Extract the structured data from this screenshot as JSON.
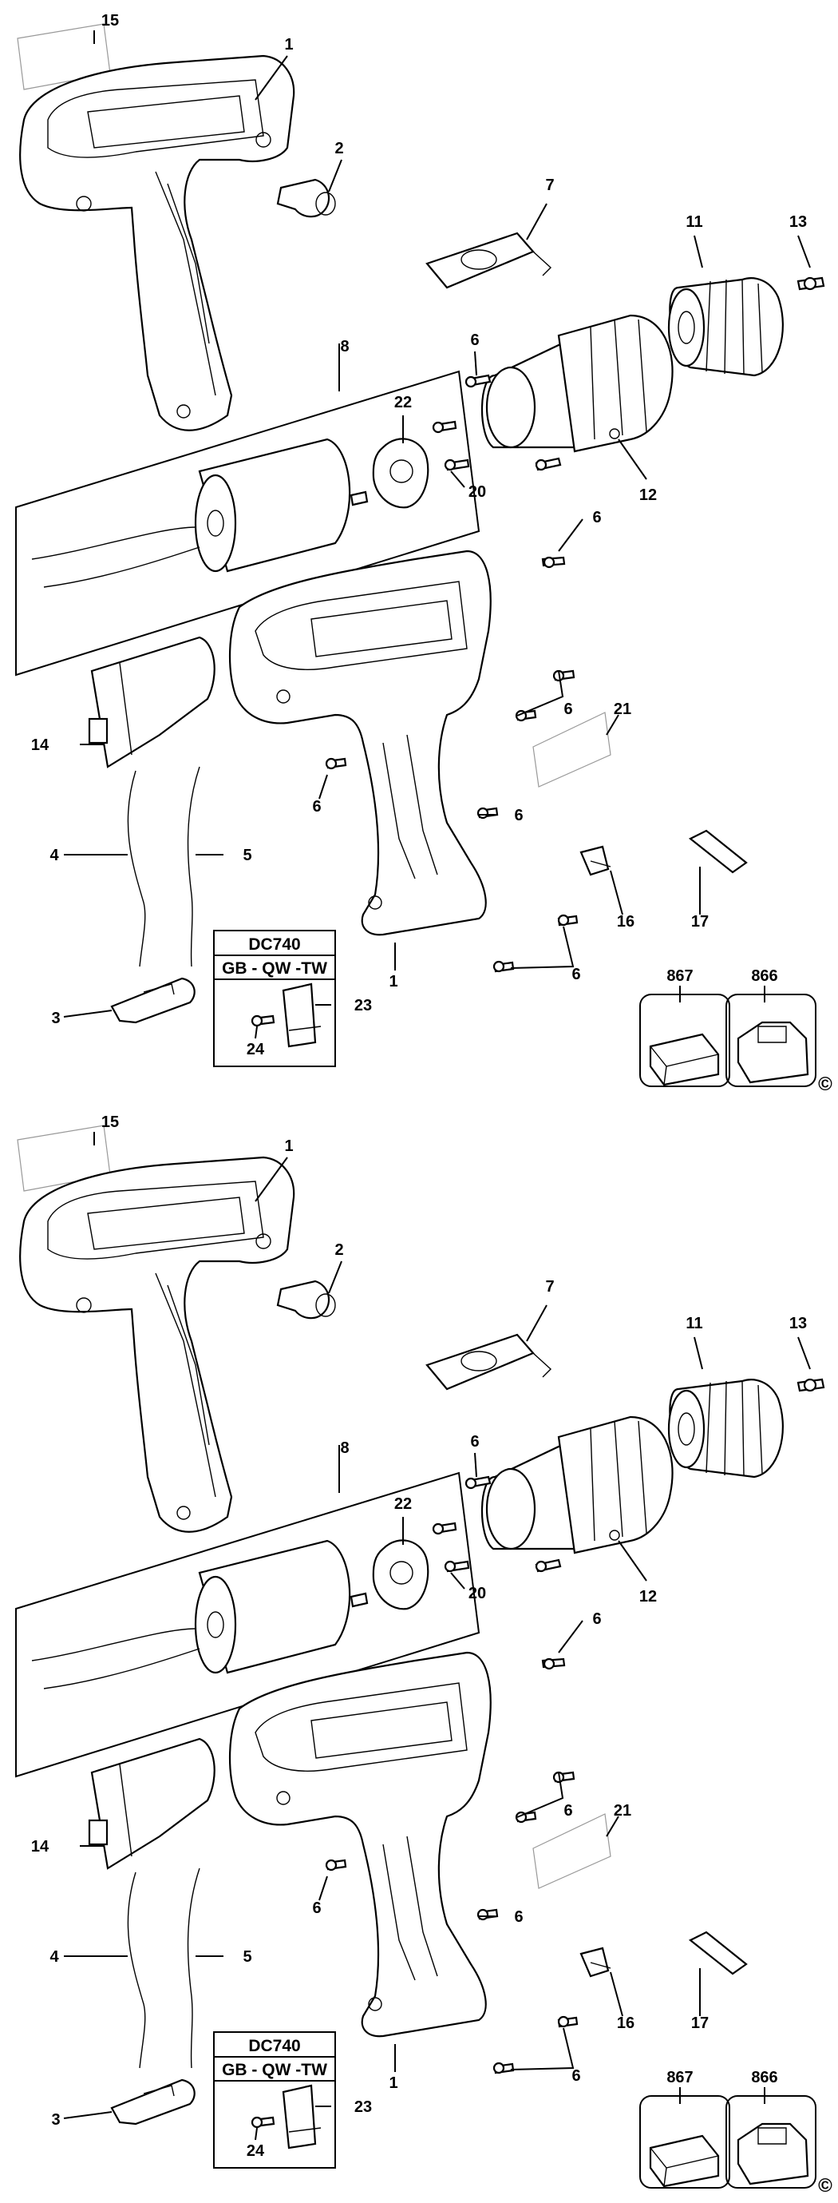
{
  "sheets": [
    {
      "labels": {
        "p15": "15",
        "p1": "1",
        "p2": "2",
        "p7": "7",
        "p11": "11",
        "p13": "13",
        "p6a": "6",
        "p8": "8",
        "p22": "22",
        "p20": "20",
        "p12": "12",
        "p6b": "6",
        "p6c": "6",
        "p14": "14",
        "p21": "21",
        "p6d": "6",
        "p6e": "6",
        "p4": "4",
        "p5": "5",
        "p16": "16",
        "p17": "17",
        "p1b": "1",
        "p6f": "6",
        "p3": "3",
        "p23": "23",
        "p24": "24",
        "p867": "867",
        "p866": "866"
      },
      "model_box": {
        "model": "DC740",
        "regions": "GB - QW -TW"
      },
      "copyright": "©"
    },
    {
      "labels": {
        "p15": "15",
        "p1": "1",
        "p2": "2",
        "p7": "7",
        "p11": "11",
        "p13": "13",
        "p6a": "6",
        "p8": "8",
        "p22": "22",
        "p20": "20",
        "p12": "12",
        "p6b": "6",
        "p6c": "6",
        "p14": "14",
        "p21": "21",
        "p6d": "6",
        "p6e": "6",
        "p4": "4",
        "p5": "5",
        "p16": "16",
        "p17": "17",
        "p1b": "1",
        "p6f": "6",
        "p3": "3",
        "p23": "23",
        "p24": "24",
        "p867": "867",
        "p866": "866"
      },
      "model_box": {
        "model": "DC740",
        "regions": "GB - QW -TW"
      },
      "copyright": "©"
    }
  ]
}
